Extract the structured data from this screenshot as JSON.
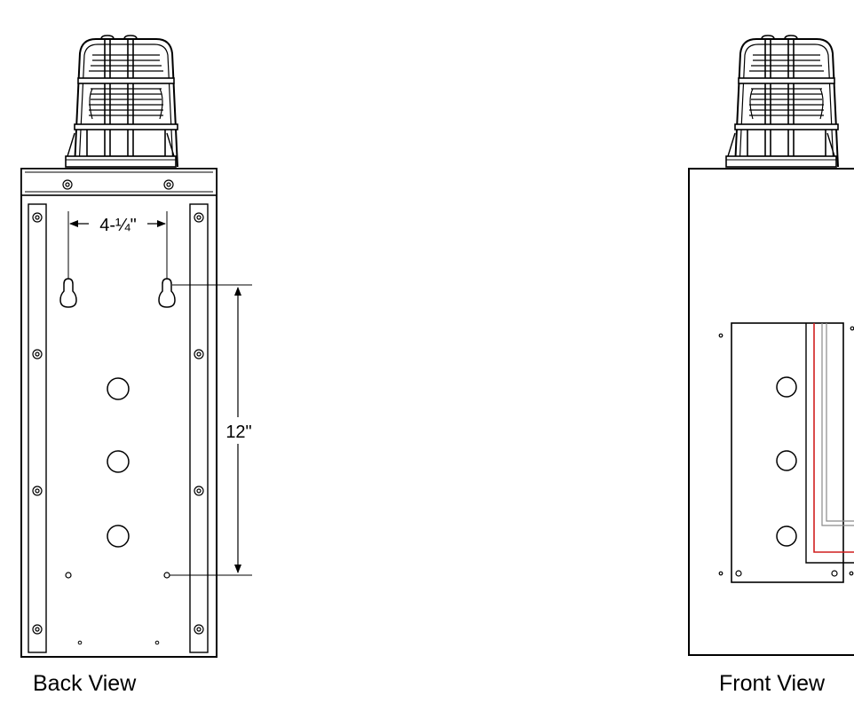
{
  "back_view": {
    "caption": "Back View",
    "dim_keyhole_spacing": "4-¼\"",
    "dim_vertical": "12\""
  },
  "front_view": {
    "caption": "Front View"
  },
  "colors": {
    "line": "#000000",
    "wire_red": "#d11f1f",
    "wire_gray": "#8a8a8a",
    "background": "#ffffff"
  }
}
